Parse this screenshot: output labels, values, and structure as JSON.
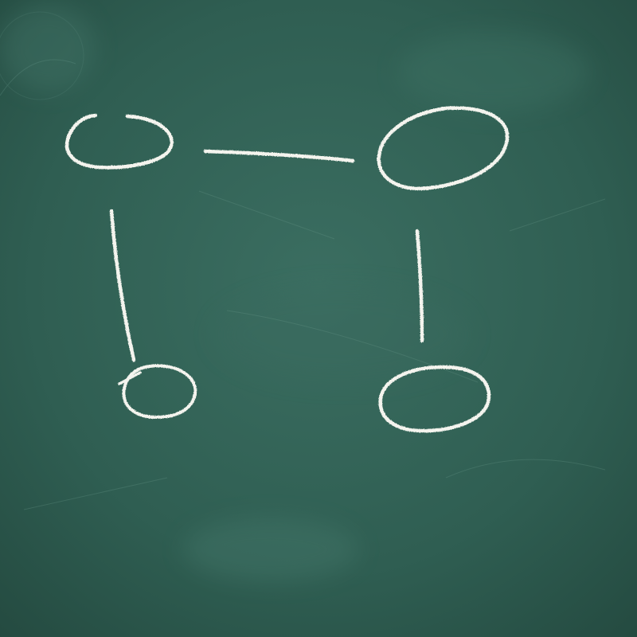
{
  "scene": {
    "subject": "chalkboard",
    "colors": {
      "board": "#2f5e52",
      "board_dark": "#26503f",
      "board_light": "#3d6f62",
      "chalk": "#f4f4ee"
    },
    "nodes": [
      {
        "id": "node-top-left"
      },
      {
        "id": "node-top-right"
      },
      {
        "id": "node-bottom-left"
      },
      {
        "id": "node-bottom-right"
      }
    ],
    "edges": [
      {
        "id": "edge-top",
        "from": "node-top-left",
        "to": "node-top-right"
      },
      {
        "id": "edge-left",
        "from": "node-top-left",
        "to": "node-bottom-left"
      },
      {
        "id": "edge-right",
        "from": "node-top-right",
        "to": "node-bottom-right"
      }
    ]
  }
}
